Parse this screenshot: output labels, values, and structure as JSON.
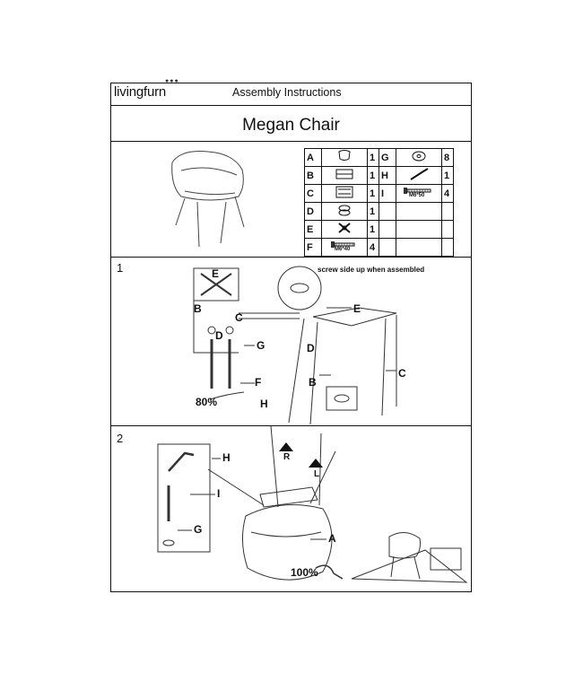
{
  "header": {
    "brand": "livingfurn",
    "brand_dots": "●●●",
    "doc_title": "Assembly Instructions"
  },
  "product": {
    "name": "Megan Chair"
  },
  "parts": [
    {
      "letter": "A",
      "qty": "1",
      "icon": "chair-seat-icon"
    },
    {
      "letter": "B",
      "qty": "1",
      "icon": "bracket-icon"
    },
    {
      "letter": "C",
      "qty": "1",
      "icon": "leg-frame-icon"
    },
    {
      "letter": "D",
      "qty": "1",
      "icon": "spring-washer-icon"
    },
    {
      "letter": "E",
      "qty": "1",
      "icon": "cross-plate-icon"
    },
    {
      "letter": "F",
      "qty": "4",
      "icon": "bolt-icon",
      "note": "M6*40"
    },
    {
      "letter": "G",
      "qty": "8",
      "icon": "washer-icon"
    },
    {
      "letter": "H",
      "qty": "1",
      "icon": "allen-key-icon"
    },
    {
      "letter": "I",
      "qty": "4",
      "icon": "bolt-icon",
      "note": "M6*50"
    }
  ],
  "step1": {
    "number": "1",
    "note": "screw side up when assembled",
    "labels": {
      "e": "E",
      "b": "B",
      "c": "C",
      "g": "G",
      "d": "D",
      "f": "F",
      "h": "H"
    },
    "percent": "80%"
  },
  "step2": {
    "number": "2",
    "labels": {
      "h": "H",
      "i": "I",
      "g": "G",
      "a": "A",
      "r": "R",
      "l": "L"
    },
    "percent": "100%"
  }
}
